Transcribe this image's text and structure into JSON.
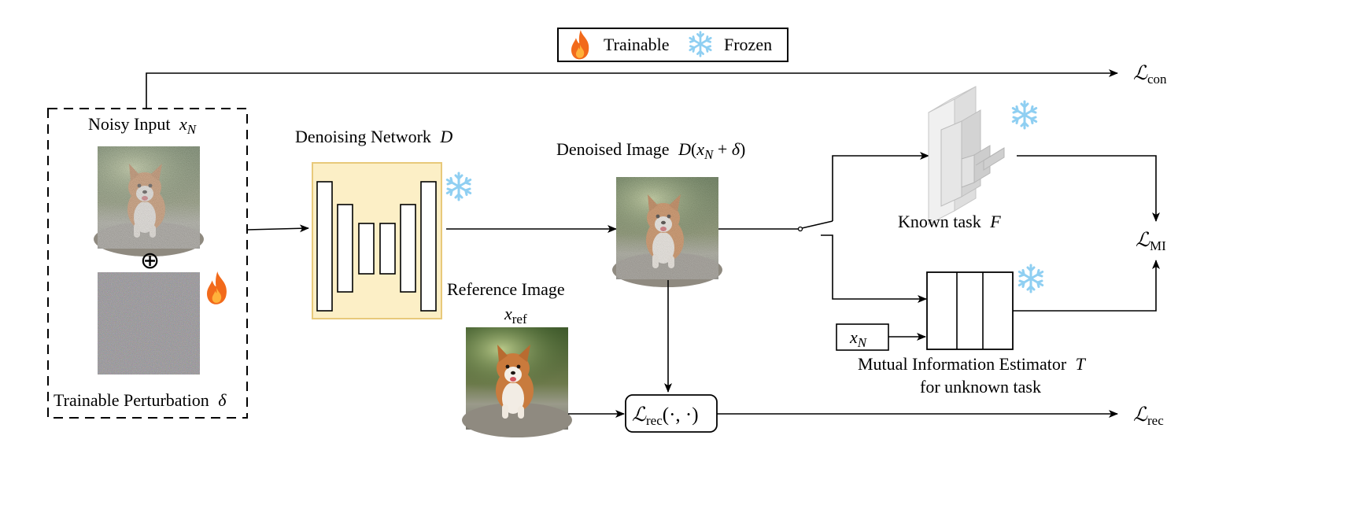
{
  "colors": {
    "accent_fill": "#fcefc6",
    "accent_stroke": "#e8c97a",
    "snow": "#8fcff2",
    "flame_outer": "#f26a1b",
    "flame_inner": "#ffb13b",
    "cube_face": "#e2e2e2",
    "cube_side": "#cfcfcf"
  },
  "icons": {
    "trainable": "flame-icon",
    "frozen": "snowflake-icon"
  },
  "legend": {
    "trainable": "Trainable",
    "frozen": "Frozen"
  },
  "input_block": {
    "noisy_label": "Noisy Input",
    "noisy_math": "x",
    "noisy_sub": "N",
    "oplus": "⊕",
    "perturb_label": "Trainable Perturbation",
    "perturb_math": "δ"
  },
  "denoiser": {
    "label": "Denoising Network",
    "math": "D"
  },
  "denoised": {
    "label": "Denoised Image",
    "expr_D": "D",
    "expr_open": "(",
    "expr_x": "x",
    "expr_sub": "N",
    "expr_plus": " + ",
    "expr_delta": "δ",
    "expr_close": ")"
  },
  "reference": {
    "label": "Reference Image",
    "math": "x",
    "sub": "ref"
  },
  "rec_box": {
    "L": "ℒ",
    "sub": "rec",
    "args": "(·, ·)"
  },
  "known_task": {
    "label": "Known task",
    "math": "F"
  },
  "mi_estimator": {
    "line1": "Mutual Information Estimator",
    "math": "T",
    "line2": "for unknown task",
    "xn_math": "x",
    "xn_sub": "N"
  },
  "losses": {
    "L": "ℒ",
    "con": "con",
    "mi": "MI",
    "rec": "rec"
  }
}
